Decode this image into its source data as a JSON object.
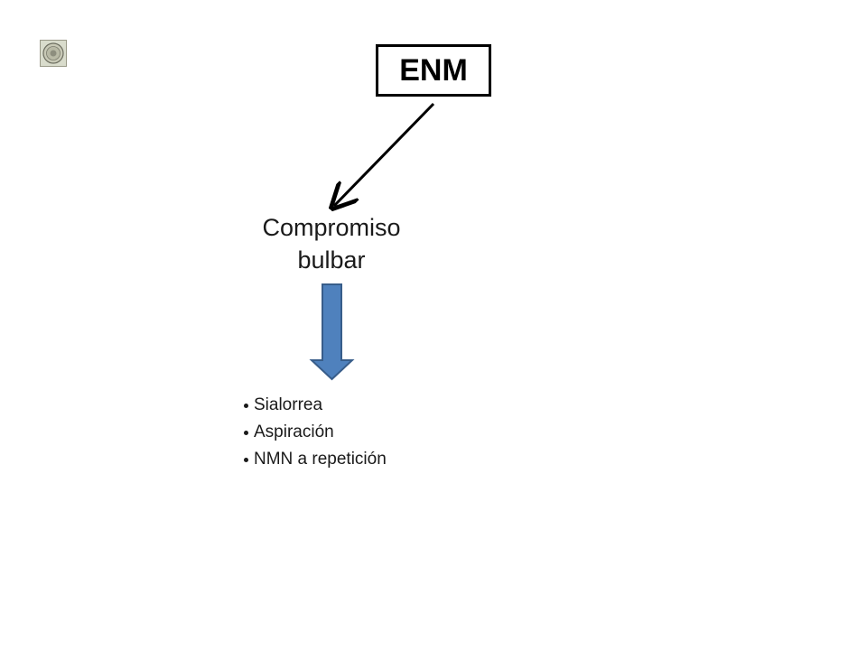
{
  "diagram": {
    "title": "ENM",
    "concept_lines": [
      "Compromiso",
      "bulbar"
    ],
    "symptoms": [
      "Sialorrea",
      "Aspiración",
      "NMN a repetición"
    ]
  },
  "icons": {
    "seal": "seal-icon",
    "connector": "arrow-icon",
    "block_arrow": "block-arrow-down-icon"
  },
  "colors": {
    "block_arrow_fill": "#4f81bd",
    "block_arrow_stroke": "#385d8a",
    "title_border": "#000000"
  }
}
